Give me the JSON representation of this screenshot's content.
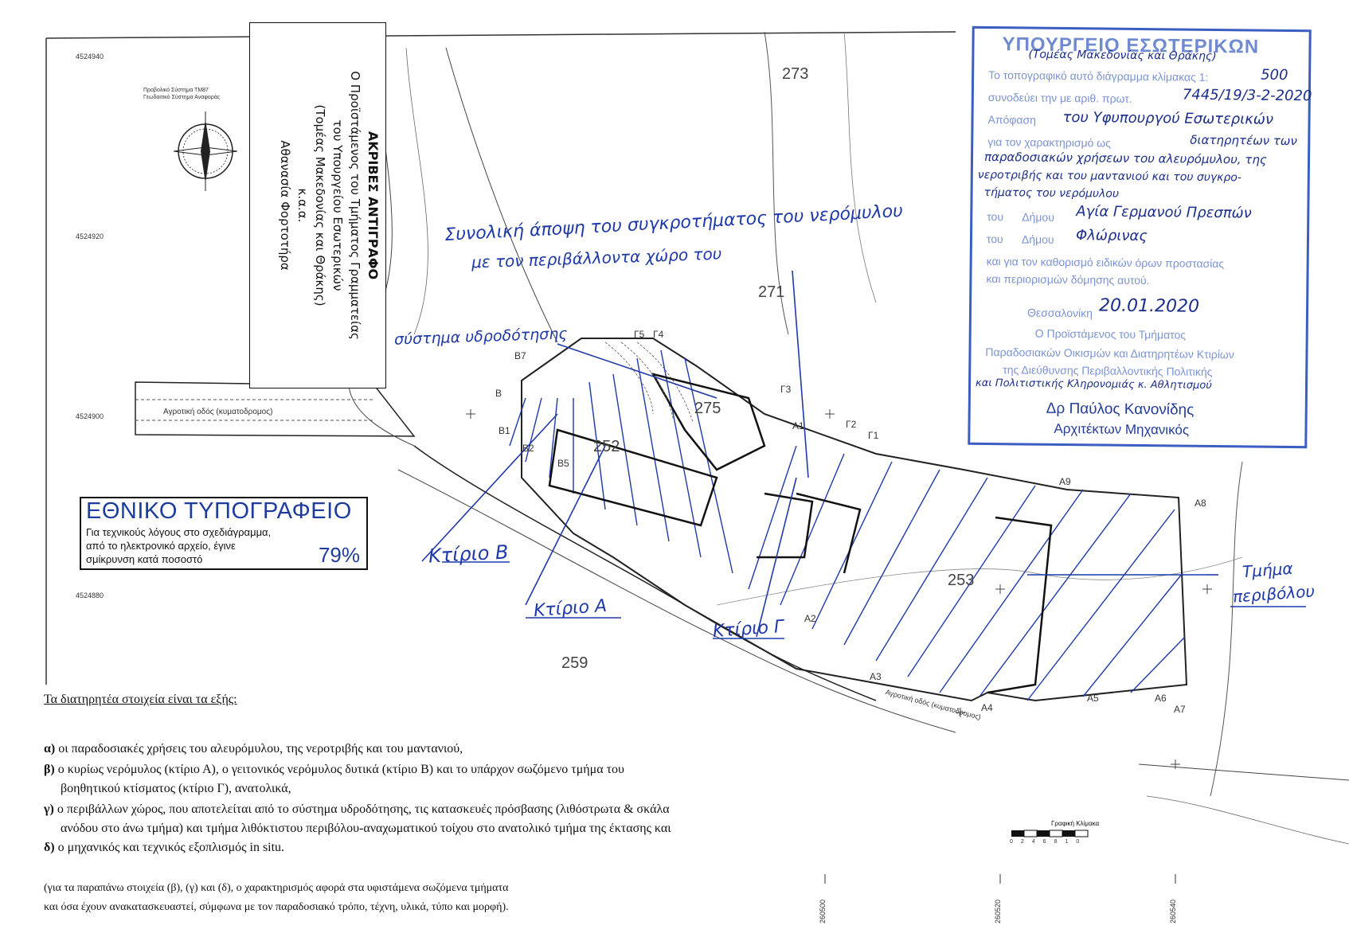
{
  "map": {
    "coords_y": [
      "4524940",
      "4524920",
      "4524900",
      "4524880"
    ],
    "coords_x": [
      "260500",
      "260520",
      "260540"
    ],
    "legend_small": [
      "Προβολικό Σύστημα ΤΜ87",
      "Γεωδαιτικό Σύστημα Αναφοράς"
    ],
    "parcels": [
      "273",
      "271",
      "275",
      "252",
      "253",
      "259"
    ],
    "road_label": "Αγροτική οδός (κυματοδρομος)",
    "road_label_lower": "Αγροτική οδός (κυματοδρομος)",
    "points": [
      "Γ1",
      "Γ2",
      "Γ3",
      "Γ4",
      "Γ5",
      "Β7",
      "Β",
      "Β1",
      "Β2",
      "Β5",
      "Α1",
      "Α2",
      "Α3",
      "Α4",
      "Α5",
      "Α6",
      "Α7",
      "Α8",
      "Α9"
    ],
    "scale_label": "Γραφική Κλίμακα",
    "scale_ticks": [
      "0",
      "2",
      "4",
      "6",
      "8",
      "10"
    ]
  },
  "annotations": {
    "overview_line1": "Συνολική άποψη του συγκροτήματος του νερόμυλου",
    "overview_line2": "με τον περιβάλλοντα χώρο του",
    "water_system": "σύστημα υδροδότησης",
    "building_b": "Κτίριο Β",
    "building_a": "Κτίριο Α",
    "building_g": "Κτίριο Γ",
    "enclosure_line1": "Τμήμα",
    "enclosure_line2": "περιβόλου"
  },
  "copy_box": {
    "title": "ΑΚΡΙΒΕΣ ΑΝΤΙΓΡΑΦΟ",
    "line1": "Ο Προϊστάμενος του Τμήματος Γραμματείας",
    "line2": "του Υπουργείου Εσωτερικών",
    "line3": "(Τομέας Μακεδονίας και Θράκης)",
    "line4": "κ.α.α.",
    "line5": "Αθανασία Φορτοτήρα"
  },
  "typographeio": {
    "title": "ΕΘΝΙΚΟ ΤΥΠΟΓΡΑΦΕΙΟ",
    "line1": "Για τεχνικούς λόγους στο σχεδιάγραμμα,",
    "line2": "από το ηλεκτρονικό αρχείο, έγινε",
    "line3": "σμίκρυνση κατά ποσοστό",
    "percent": "79%"
  },
  "stamp": {
    "title": "ΥΠΟΥΡΓΕΙΟ ΕΣΩΤΕΡΙΚΩΝ",
    "hand_sector": "(Τομέας Μακεδονίας και Θράκης)",
    "printed1": "Το τοπογραφικό αυτό διάγραμμα κλίμακας 1:",
    "hand_scale": "500",
    "printed2": "συνοδεύει την με αριθ. πρωτ.",
    "hand_protocol": "7445/19/3-2-2020",
    "printed3": "Απόφαση",
    "hand_decision": "του Υφυπουργού Εσωτερικών",
    "printed4": "για τον χαρακτηρισμό ως",
    "hand_preserved": "διατηρητέων των",
    "hand_line5": "παραδοσιακών χρήσεων του αλευρόμυλου, της",
    "hand_line6": "νεροτριβής και του μαντανιού και του συγκρο-",
    "hand_line7": "τήματος του νερόμυλου",
    "printed_of": "του",
    "printed_place": "Δήμου",
    "hand_village": "Αγία Γερμανού Πρεσπών",
    "printed_municipality": "του",
    "printed_dimos": "Δήμου",
    "hand_municipality": "Φλώρινας",
    "printed8": "και για τον καθορισμό ειδικών όρων προστασίας",
    "printed9": "και περιορισμών δόμησης αυτού.",
    "printed_city": "Θεσσαλονίκη",
    "hand_date": "20.01.2020",
    "printed11": "Ο Προϊστάμενος του Τμήματος",
    "printed12": "Παραδοσιακών Οικισμών και Διατηρητέων Κτιρίων",
    "printed13": "της Διεύθυνσης Περιβαλλοντικής Πολιτικής",
    "hand_line14": "και Πολιτιστικής Κληρονομιάς κ. Αθλητισμού",
    "name": "Δρ Παύλος Κανονίδης",
    "role": "Αρχιτέκτων Μηχανικός"
  },
  "bottom": {
    "heading": "Τα διατηρητέα στοιχεία είναι τα εξής:",
    "a_label": "α)",
    "a_text": "οι παραδοσιακές χρήσεις του αλευρόμυλου, της νεροτριβής και του μαντανιού,",
    "b_label": "β)",
    "b_text1": "ο κυρίως νερόμυλος (κτίριο Α), ο γειτονικός νερόμυλος δυτικά (κτίριο Β) και το υπάρχον σωζόμενο τμήμα του",
    "b_text2": "βοηθητικού κτίσματος (κτίριο Γ), ανατολικά,",
    "g_label": "γ)",
    "g_text1": "ο περιβάλλων χώρος, που αποτελείται από το σύστημα υδροδότησης, τις κατασκευές πρόσβασης (λιθόστρωτα & σκάλα",
    "g_text2": "ανόδου στο άνω τμήμα) και τμήμα λιθόκτιστου περιβόλου-αναχωματικού τοίχου στο ανατολικό τμήμα της έκτασης και",
    "d_label": "δ)",
    "d_text": "ο μηχανικός και τεχνικός εξοπλισμός in situ.",
    "note1": "(για τα παραπάνω στοιχεία (β), (γ) και (δ), ο χαρακτηρισμός αφορά στα υφιστάμενα σωζόμενα τμήματα",
    "note2": "και όσα έχουν ανακατασκευαστεί, σύμφωνα με τον παραδοσιακό τρόπο, τέχνη, υλικά, τύπο και μορφή)."
  },
  "colors": {
    "ink_blue": "#1f3aa8",
    "stamp_blue": "#3c5ec0",
    "line": "#222222"
  }
}
